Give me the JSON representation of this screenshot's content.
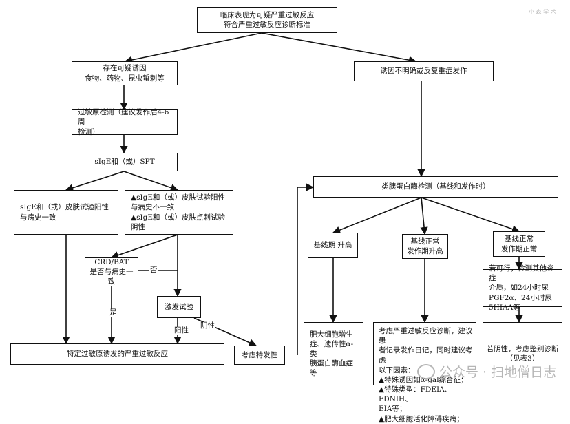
{
  "nodes": {
    "root": "临床表现为可疑严重过敏反应\n符合严重过敏反应诊断标准",
    "suspected_trigger": "存在可疑诱因\n食物、药物、昆虫蜇刺等",
    "unknown_trigger": "诱因不明确或反复重症发作",
    "allergen_test": "过敏原检测（建议发作后4-6周\n检测）",
    "sige_spt": "sIgE和（或）SPT",
    "positive_consistent": "sIgE和（或）皮肤试验阳性\n与病史一致",
    "inconsistent": "▲sIgE和（或）皮肤试验阳性\n与病史不一致\n▲sIgE和（或）皮肤点刺试验阴性",
    "crd_bat": "CRD/BAT\n是否与病史一\n致",
    "challenge": "激发试验",
    "specific_allergen": "特定过敏原诱发的严重过敏反应",
    "consider_idiopathic": "考虑特发性",
    "tryptase_test": "类胰蛋白酶检测（基线和发作时）",
    "baseline_high": "基线期 升高",
    "baseline_normal_attack_high": "基线正常\n发作期升高",
    "both_normal": "基线正常\n发作期正常",
    "mast_cell": "肥大细胞增生\n症、遗传性α-类\n胰蛋白酶血症等",
    "consider_severe": "考虑严重过敏反应诊断，建议患\n者记录发作日记，同时建议考虑\n以下因素：\n▲特殊诱因如α-gal综合征；\n▲特殊类型：FDEIA、FDNIH、\nEIA等；\n▲肥大细胞活化障碍疾病；",
    "other_mediators": "若可行，检测其他炎症\n介质，如24小时尿\nPGF2α、24小时尿\n5HIAA等",
    "differential": "若阴性，考虑鉴别诊断\n（见表3）"
  },
  "labels": {
    "no": "否",
    "yes": "是",
    "positive": "阳性",
    "negative": "阴性"
  },
  "watermark": {
    "corner": "小 森 学 术",
    "bottom": "公众号 · 扫地僧日志"
  },
  "colors": {
    "line": "#111111",
    "watermark": "#8a8a8a"
  }
}
